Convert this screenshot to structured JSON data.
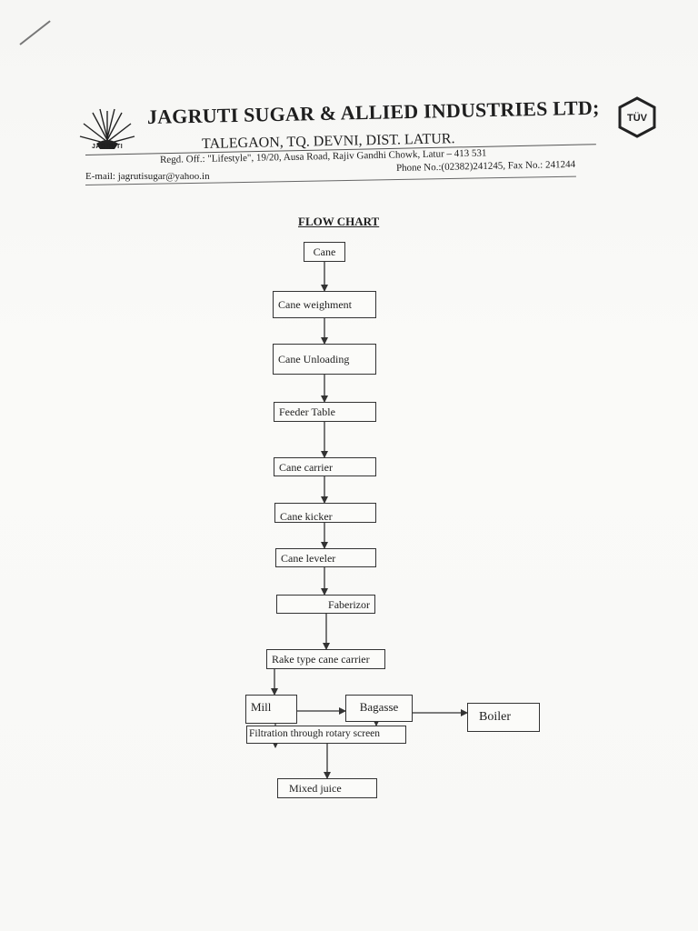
{
  "letterhead": {
    "logo_label": "JAGRUTI",
    "company_name": "JAGRUTI SUGAR & ALLIED INDUSTRIES LTD;",
    "location": "TALEGAON, TQ. DEVNI, DIST. LATUR.",
    "registered_office": "Regd. Off.: \"Lifestyle\", 19/20, Ausa Road, Rajiv Gandhi Chowk, Latur – 413 531",
    "email": "E-mail: jagrutisugar@yahoo.in",
    "phone_fax": "Phone No.:(02382)241245, Fax No.: 241244",
    "certification_mark": "TÜV"
  },
  "flow_chart": {
    "title": "FLOW CHART",
    "steps": [
      "Cane",
      "Cane weighment",
      "Cane Unloading",
      "Feeder Table",
      "Cane carrier",
      "Cane kicker",
      "Cane leveler",
      "Faberizor",
      "Rake type cane carrier",
      "Mill",
      "Bagasse",
      "Boiler",
      "Filtration through rotary screen",
      "Mixed juice"
    ]
  },
  "colors": {
    "ink": "#1e1e1e",
    "paper": "#f7f7f5"
  }
}
